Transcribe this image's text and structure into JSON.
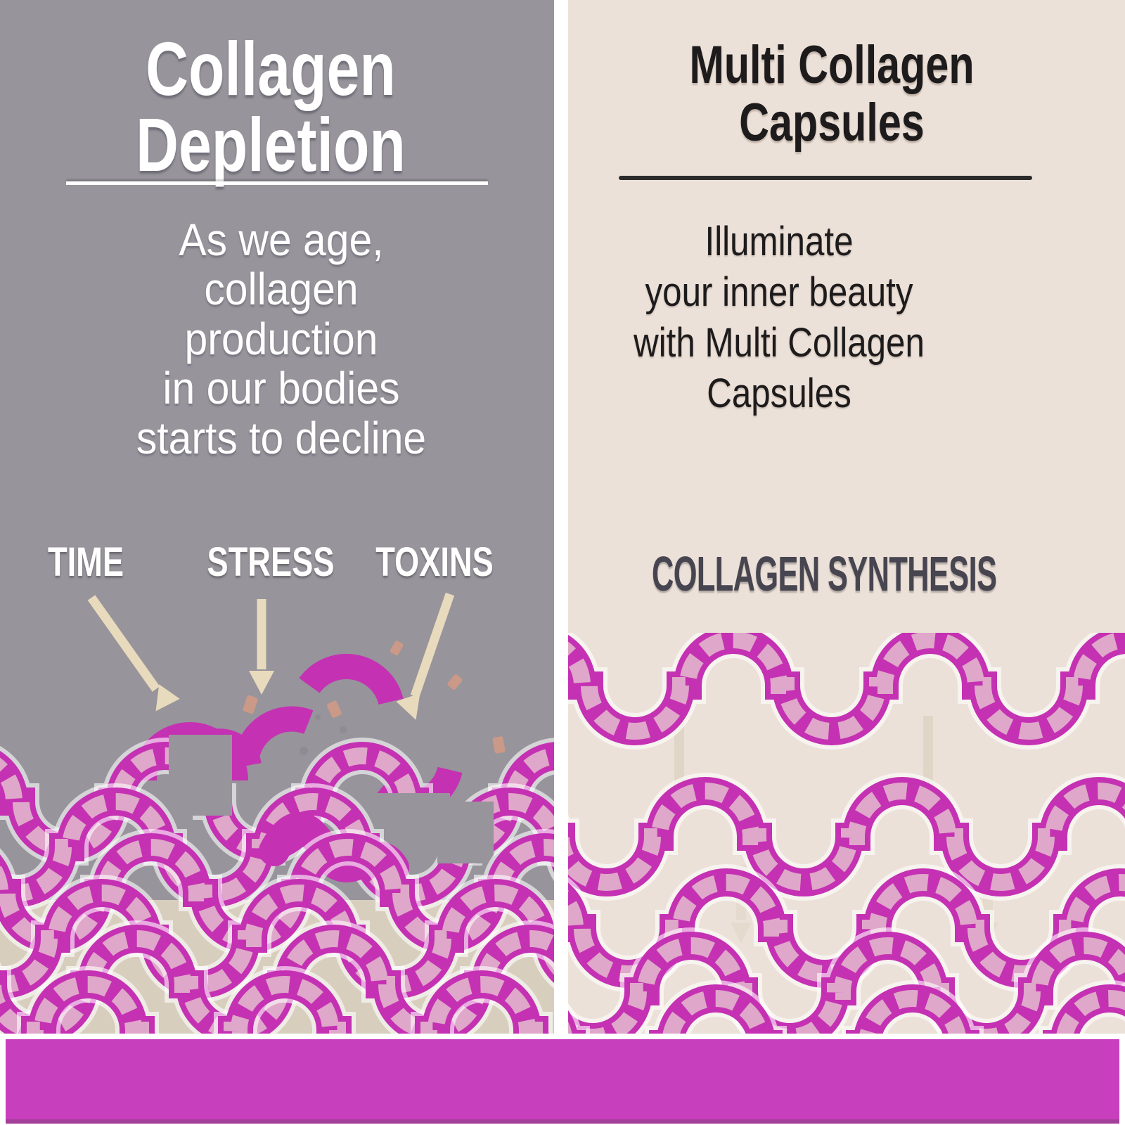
{
  "left_panel": {
    "title": "Collagen\nDepletion",
    "body": "As we age,\ncollagen\nproduction\nin our bodies\nstarts to decline",
    "labels": {
      "time": "TIME",
      "stress": "STRESS",
      "toxins": "TOXINS"
    }
  },
  "right_panel": {
    "title": "Multi Collagen\nCapsules",
    "body": "Illuminate\nyour inner beauty\nwith Multi Collagen\nCapsules",
    "caption": "COLLAGEN SYNTHESIS"
  },
  "colors": {
    "gray_bg": "#97949b",
    "cream_bg": "#ece1d8",
    "magenta": "#c531b3",
    "pink_seg": "#dfa7c9",
    "bar_magenta": "#c83fbe",
    "bar_edge": "#a23f98",
    "beige_bg": "#d7cebd",
    "arrow_beige": "#e8dabc",
    "arrow_faint": "#dcd2c0",
    "title_white": "#ffffff",
    "text_black": "#1d1b1c",
    "synthesis_gray": "#474550",
    "divider_white": "#ffffff",
    "divider_dark": "#2b2b2b"
  }
}
